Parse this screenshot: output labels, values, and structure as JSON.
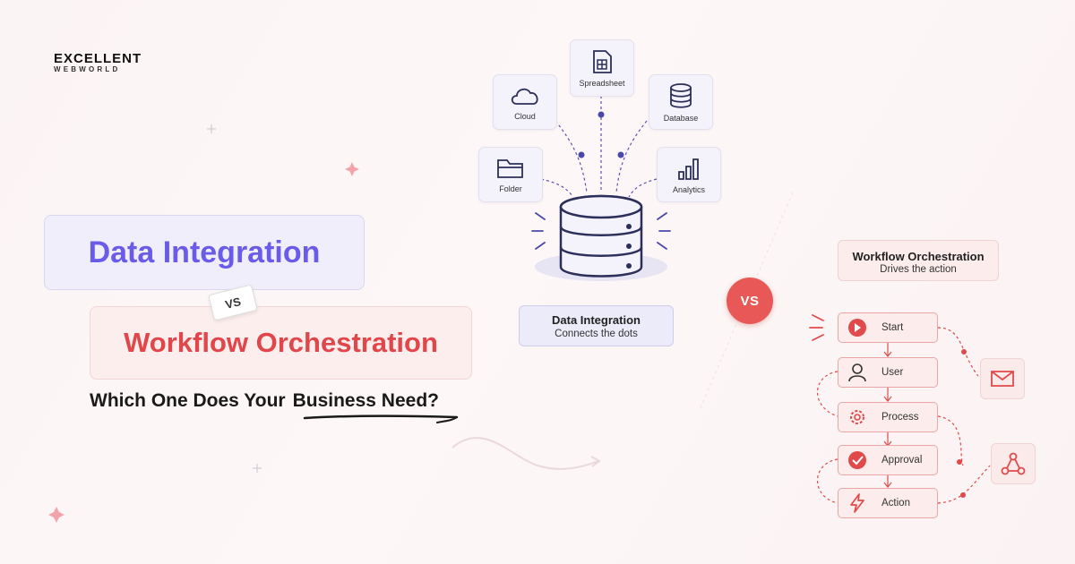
{
  "logo": {
    "line1": "EXCELLENT",
    "line2": "WEBWORLD"
  },
  "title": {
    "primary": "Data Integration",
    "vs": "VS",
    "secondary": "Workflow Orchestration",
    "question_start": "Which One Does Your",
    "question_emphasis": "Business Need?"
  },
  "data_integration": {
    "sources": [
      "Spreadsheet",
      "Cloud",
      "Database",
      "Folder",
      "Analytics"
    ],
    "label_title": "Data Integration",
    "label_subtitle": "Connects the dots"
  },
  "vs_badge": "VS",
  "workflow": {
    "label_title": "Workflow Orchestration",
    "label_subtitle": "Drives the action",
    "steps": [
      "Start",
      "User",
      "Process",
      "Approval",
      "Action"
    ]
  },
  "colors": {
    "purple": "#6a5ce8",
    "red": "#e0464a",
    "accent_red": "#e85856",
    "navy": "#2c2f5a"
  },
  "icons": [
    "spreadsheet-icon",
    "cloud-icon",
    "database-icon",
    "folder-icon",
    "analytics-icon",
    "play-icon",
    "user-icon",
    "gear-icon",
    "check-circle-icon",
    "lightning-icon",
    "mail-icon",
    "network-icon"
  ]
}
